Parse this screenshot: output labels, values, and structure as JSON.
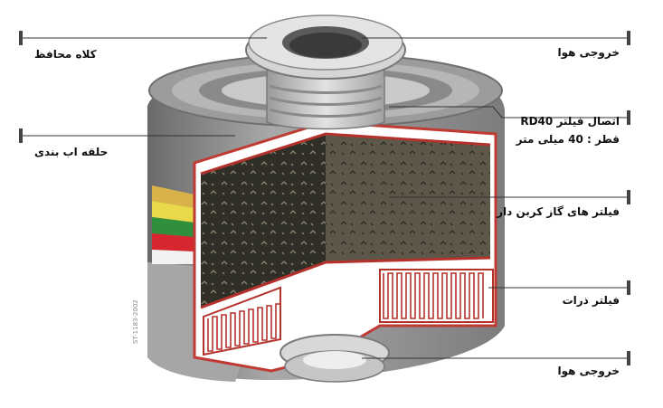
{
  "labels": {
    "air_outlet_top": "خروجی هوا",
    "protective_cap": "کلاه محافظ",
    "rd40_connection": "اتصال فیلتر RD40",
    "diameter": "قطر : 40 میلی متر",
    "sealing_ring": "حلقه اب بندی",
    "carbon_gas_filter": "فیلتر های گاز کربن دار",
    "particle_filter": "فیلتر ذرات",
    "air_outlet_bottom": "خروجی هوا"
  },
  "part_number": "ST-1183-2002",
  "colors": {
    "filter_bands": [
      "#d9b24a",
      "#e9d94a",
      "#2f8f3a",
      "#d8262e",
      "#f2f2f2"
    ],
    "pleat_red": "#b5322c",
    "carbon_dark": "#2e2e26",
    "carbon_light": "#5f5a4a",
    "housing_gray": "#8e8e8e"
  }
}
